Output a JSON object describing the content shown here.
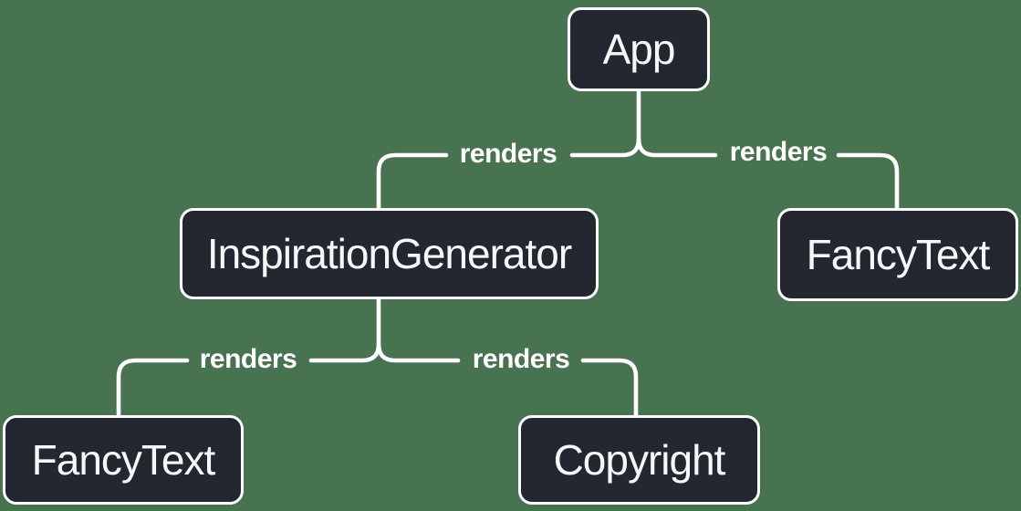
{
  "diagram": {
    "type": "tree",
    "background_color": "#477351",
    "node_style": {
      "fill": "#23272f",
      "border_color": "#ffffff",
      "text_color": "#f6f7f9"
    },
    "edge_style": {
      "line_color": "#ffffff",
      "label_color": "#ffffff"
    },
    "nodes": [
      {
        "id": "app",
        "label": "App"
      },
      {
        "id": "inspiration-generator",
        "label": "InspirationGenerator"
      },
      {
        "id": "fancy-text-top",
        "label": "FancyText"
      },
      {
        "id": "fancy-text-bottom",
        "label": "FancyText"
      },
      {
        "id": "copyright",
        "label": "Copyright"
      }
    ],
    "edges": [
      {
        "from": "App",
        "to": "InspirationGenerator",
        "label": "renders"
      },
      {
        "from": "App",
        "to": "FancyText",
        "label": "renders"
      },
      {
        "from": "InspirationGenerator",
        "to": "FancyText",
        "label": "renders"
      },
      {
        "from": "InspirationGenerator",
        "to": "Copyright",
        "label": "renders"
      }
    ]
  }
}
